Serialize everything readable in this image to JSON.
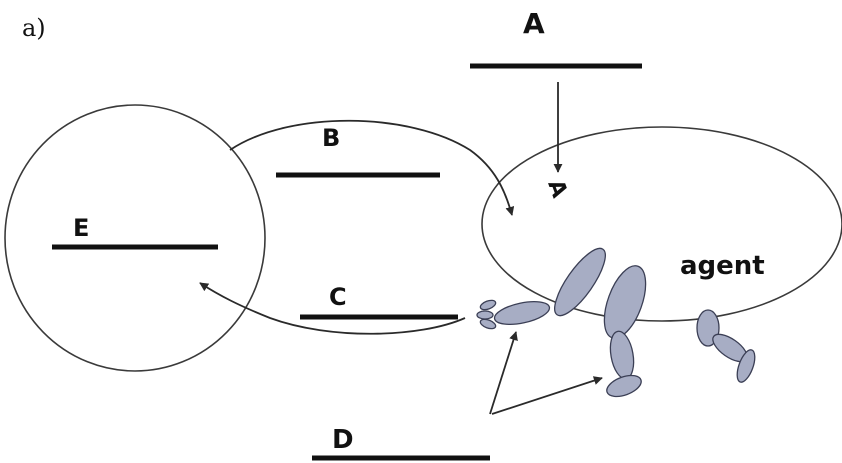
{
  "panel_label": "a)",
  "labels": {
    "a": "A",
    "b": "B",
    "c": "C",
    "d": "D",
    "e": "E",
    "agent": "agent",
    "inner_a": "A"
  }
}
